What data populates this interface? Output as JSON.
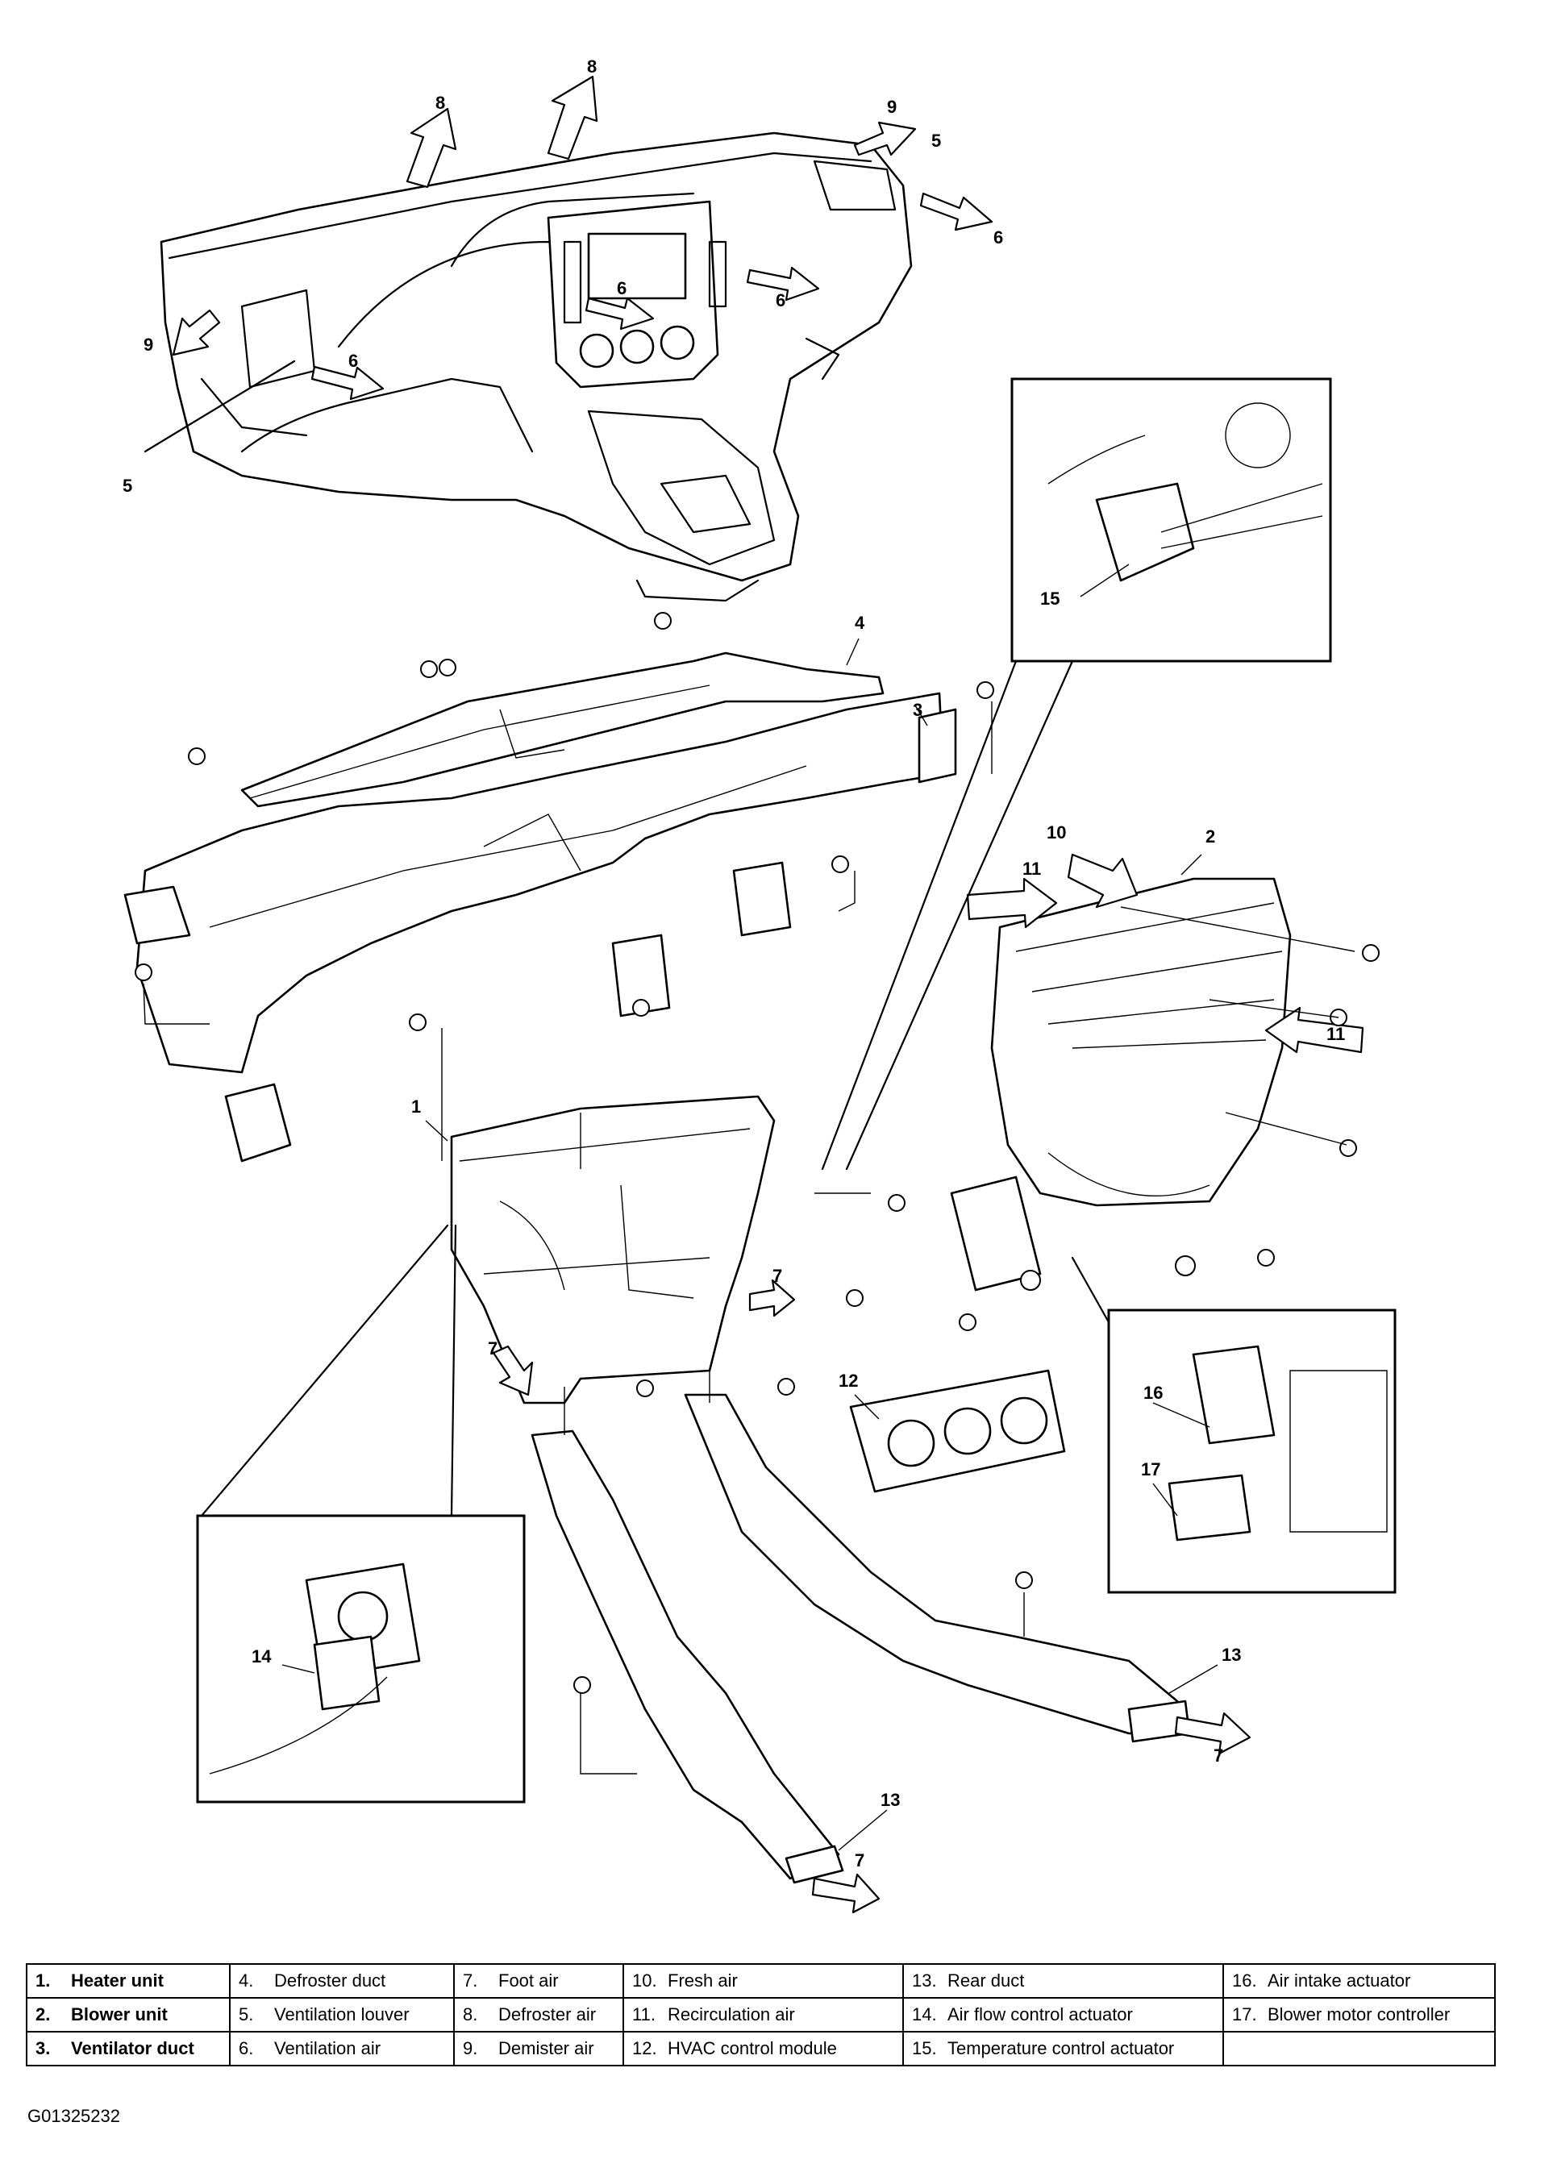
{
  "callouts": {
    "c8a": "8",
    "c8b": "8",
    "c9a": "9",
    "c5a": "5",
    "c6a": "6",
    "c6b": "6",
    "c6c": "6",
    "c6d": "6",
    "c9b": "9",
    "c5b": "5",
    "c4": "4",
    "c3": "3",
    "c15": "15",
    "c10": "10",
    "c2": "2",
    "c11a": "11",
    "c11b": "11",
    "c1": "1",
    "c7a": "7",
    "c7b": "7",
    "c12": "12",
    "c16": "16",
    "c17": "17",
    "c14": "14",
    "c13a": "13",
    "c13b": "13",
    "c7c": "7",
    "c7d": "7"
  },
  "legend": [
    [
      {
        "num": "1.",
        "label": "Heater unit",
        "bold": true
      },
      {
        "num": "4.",
        "label": "Defroster duct"
      },
      {
        "num": "7.",
        "label": "Foot air"
      },
      {
        "num": "10.",
        "label": "Fresh air"
      },
      {
        "num": "13.",
        "label": "Rear duct"
      },
      {
        "num": "16.",
        "label": "Air intake actuator"
      }
    ],
    [
      {
        "num": "2.",
        "label": "Blower unit",
        "bold": true
      },
      {
        "num": "5.",
        "label": "Ventilation louver"
      },
      {
        "num": "8.",
        "label": "Defroster air"
      },
      {
        "num": "11.",
        "label": "Recirculation air"
      },
      {
        "num": "14.",
        "label": "Air flow control actuator"
      },
      {
        "num": "17.",
        "label": "Blower motor controller"
      }
    ],
    [
      {
        "num": "3.",
        "label": "Ventilator duct",
        "bold": true
      },
      {
        "num": "6.",
        "label": "Ventilation air"
      },
      {
        "num": "9.",
        "label": "Demister air"
      },
      {
        "num": "12.",
        "label": "HVAC control module"
      },
      {
        "num": "15.",
        "label": "Temperature control actuator"
      },
      {
        "num": "",
        "label": ""
      }
    ]
  ],
  "figure_code": "G01325232"
}
